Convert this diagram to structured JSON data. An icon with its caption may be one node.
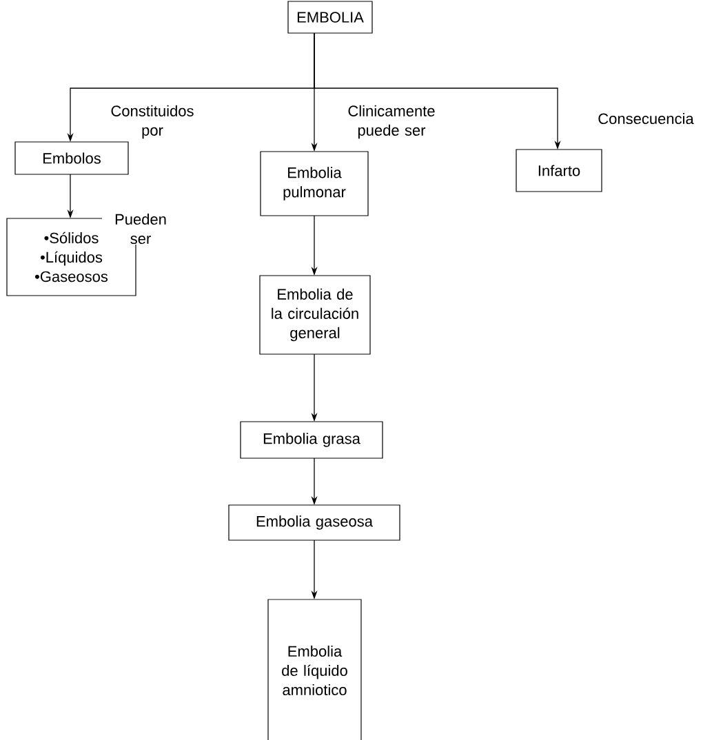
{
  "diagram": {
    "nodes": [
      {
        "text": [
          "EMBOLIA"
        ]
      },
      {
        "text": [
          "Embolos"
        ]
      },
      {
        "text": [
          "Embolia pulmonar"
        ]
      },
      {
        "text": [
          "Infarto"
        ]
      },
      {
        "text": [
          "•Sólidos",
          "•Líquidos",
          "•Gaseosos"
        ]
      },
      {
        "text": [
          "Embolia de la circulación general"
        ]
      },
      {
        "text": [
          "Embolia grasa"
        ]
      },
      {
        "text": [
          "Embolia gaseosa"
        ]
      },
      {
        "text": [
          "Embolia de líquido amniotico"
        ]
      }
    ],
    "edges": [
      {
        "from": 0,
        "to": 1,
        "arrow": "to",
        "label": "Constituidos por"
      },
      {
        "from": 0,
        "to": 2,
        "arrow": "to",
        "label": "Clinicamente puede ser"
      },
      {
        "from": 0,
        "to": 3,
        "arrow": "to",
        "label": "Consecuencia"
      },
      {
        "from": 1,
        "to": 4,
        "arrow": "to",
        "label": "Pueden ser"
      },
      {
        "from": 2,
        "to": 5,
        "arrow": "to"
      },
      {
        "from": 5,
        "to": 6,
        "arrow": "to"
      },
      {
        "from": 6,
        "to": 7,
        "arrow": "to"
      },
      {
        "from": 7,
        "to": 8,
        "arrow": "to"
      }
    ]
  }
}
